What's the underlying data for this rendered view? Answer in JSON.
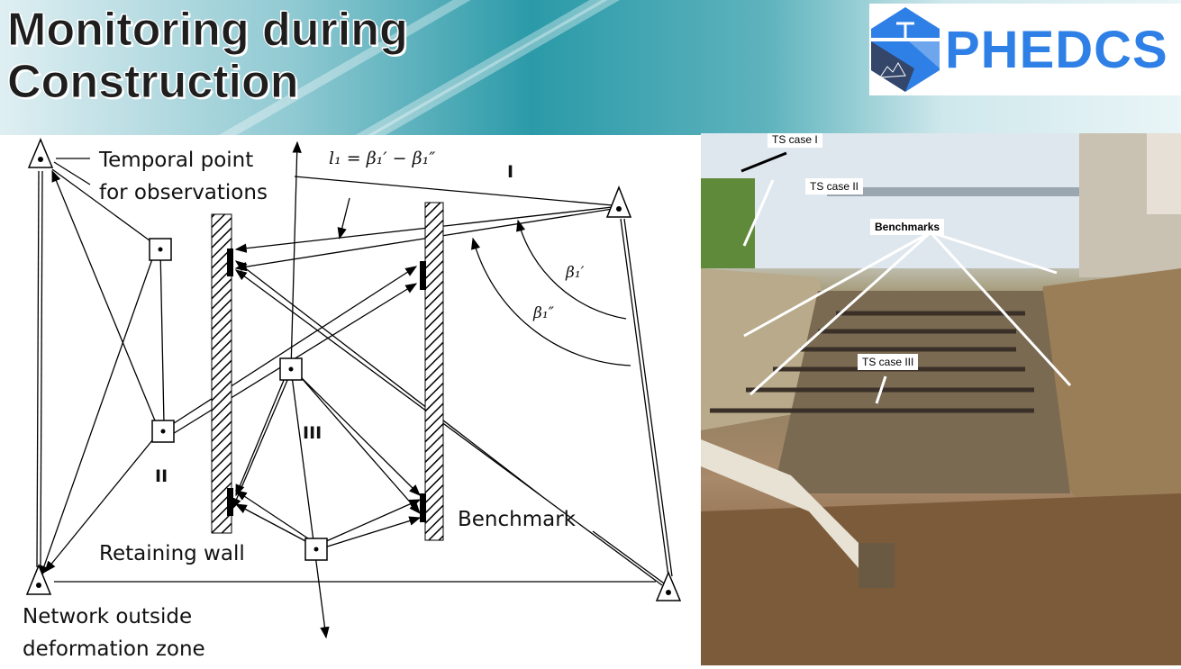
{
  "header": {
    "title_line1": "Monitoring during",
    "title_line2": "Construction",
    "logo_text": "PHEDCS"
  },
  "diagram": {
    "formula": "l₁ = β₁′ − β₁″",
    "beta1_prime": "β₁′",
    "beta1_double": "β₁″",
    "labels": {
      "temporal_line1": "Temporal point",
      "temporal_line2": "for observations",
      "retaining_wall": "Retaining wall",
      "benchmark": "Benchmark",
      "network_line1": "Network outside",
      "network_line2": "deformation zone"
    },
    "cases": [
      "I",
      "II",
      "III"
    ]
  },
  "photo": {
    "tags": {
      "ts1": "TS case I",
      "ts2": "TS case II",
      "benchmarks": "Benchmarks",
      "ts3": "TS case III"
    }
  },
  "colors": {
    "logo_blue": "#2f80e6",
    "logo_dark": "#34466a"
  }
}
